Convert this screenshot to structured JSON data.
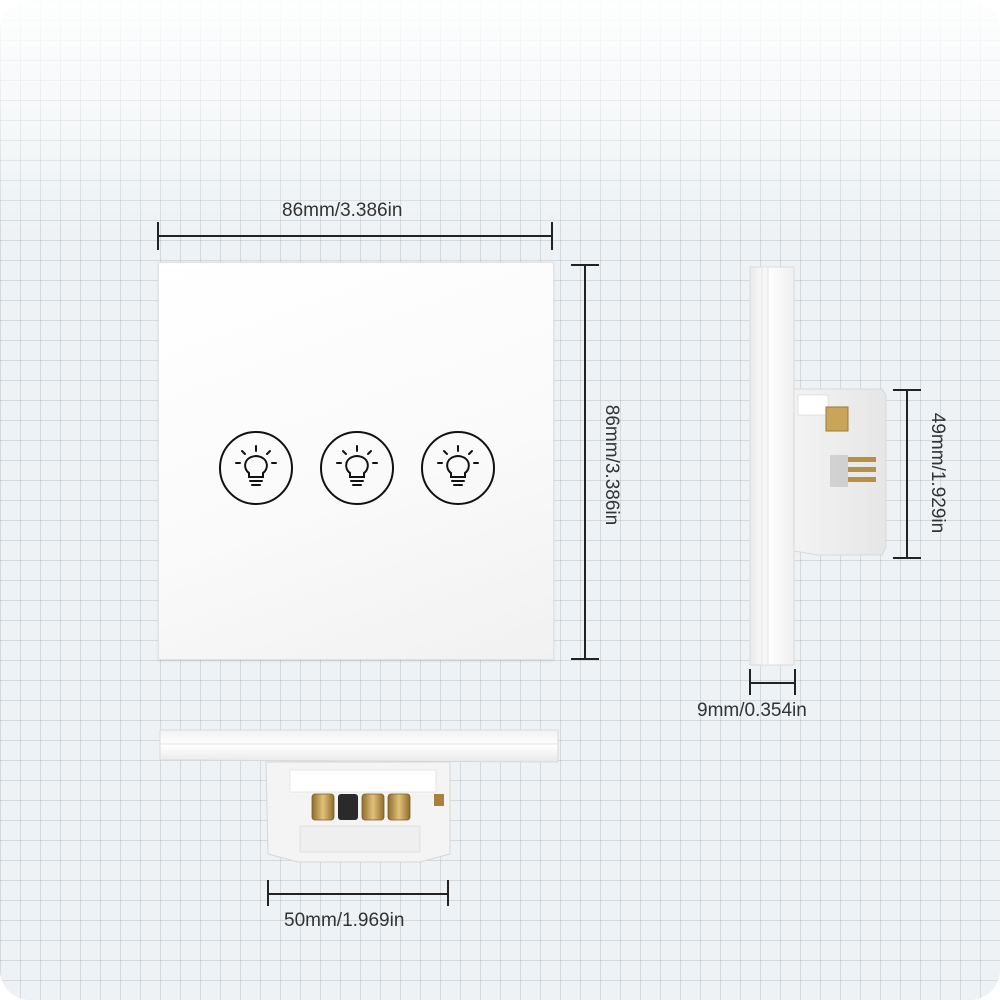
{
  "dimensions": {
    "front_width": "86mm/3.386in",
    "front_height": "86mm/3.386in",
    "side_back_box_height": "49mm/1.929in",
    "side_depth": "9mm/0.354in",
    "bottom_box_width": "50mm/1.969in"
  },
  "front_panel": {
    "button_count": 3,
    "buttons": [
      {
        "icon": "lightbulb-icon"
      },
      {
        "icon": "lightbulb-icon"
      },
      {
        "icon": "lightbulb-icon"
      }
    ]
  },
  "colors": {
    "background": "#eef2f4",
    "grid": "#c4cbd1",
    "panel": "#ffffff",
    "dimension_line": "#222222",
    "terminal_brass": "#c9a55a"
  }
}
